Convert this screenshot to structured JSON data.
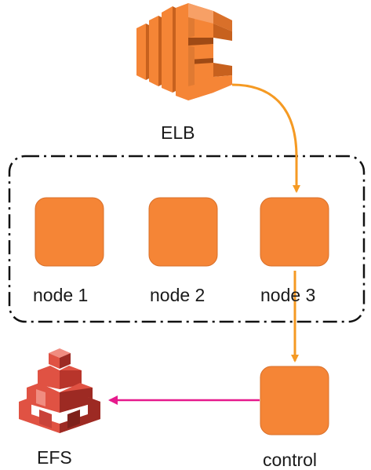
{
  "colors": {
    "node_fill": "#F58536",
    "node_stroke": "#D9702A",
    "elb_orange": "#F58536",
    "elb_dark": "#C7611E",
    "efs_red": "#E05243",
    "efs_dark": "#9D2A23",
    "arrow_orange": "#F59A23",
    "arrow_magenta": "#E6198C",
    "boundary": "#111111"
  },
  "icons": {
    "elb": "elb-icon",
    "efs": "efs-icon",
    "node": "rounded-square-node"
  },
  "labels": {
    "elb": "ELB",
    "node1": "node 1",
    "node2": "node 2",
    "node3": "node 3",
    "control": "control",
    "efs": "EFS"
  }
}
